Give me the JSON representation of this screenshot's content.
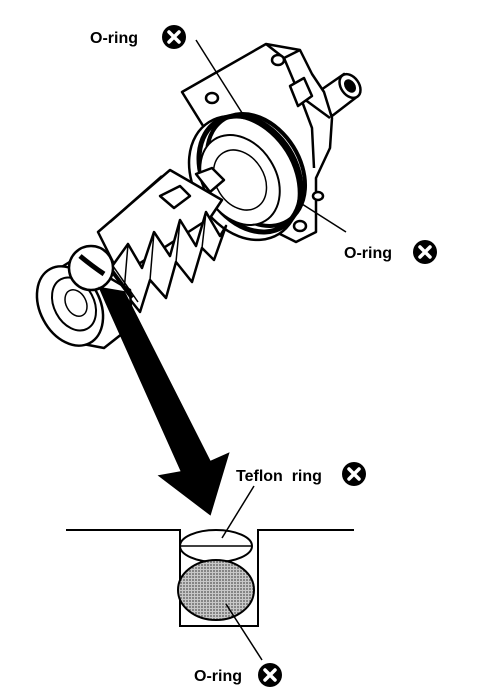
{
  "labels": {
    "oring_top": "O-ring",
    "oring_right": "O-ring",
    "teflon_ring": "Teflon  ring",
    "oring_bottom": "O-ring"
  },
  "icons": {
    "discard_mark": "circled-x-icon"
  },
  "colors": {
    "line": "#000000",
    "background": "#ffffff",
    "oring_fill": "#9a9a9a"
  }
}
